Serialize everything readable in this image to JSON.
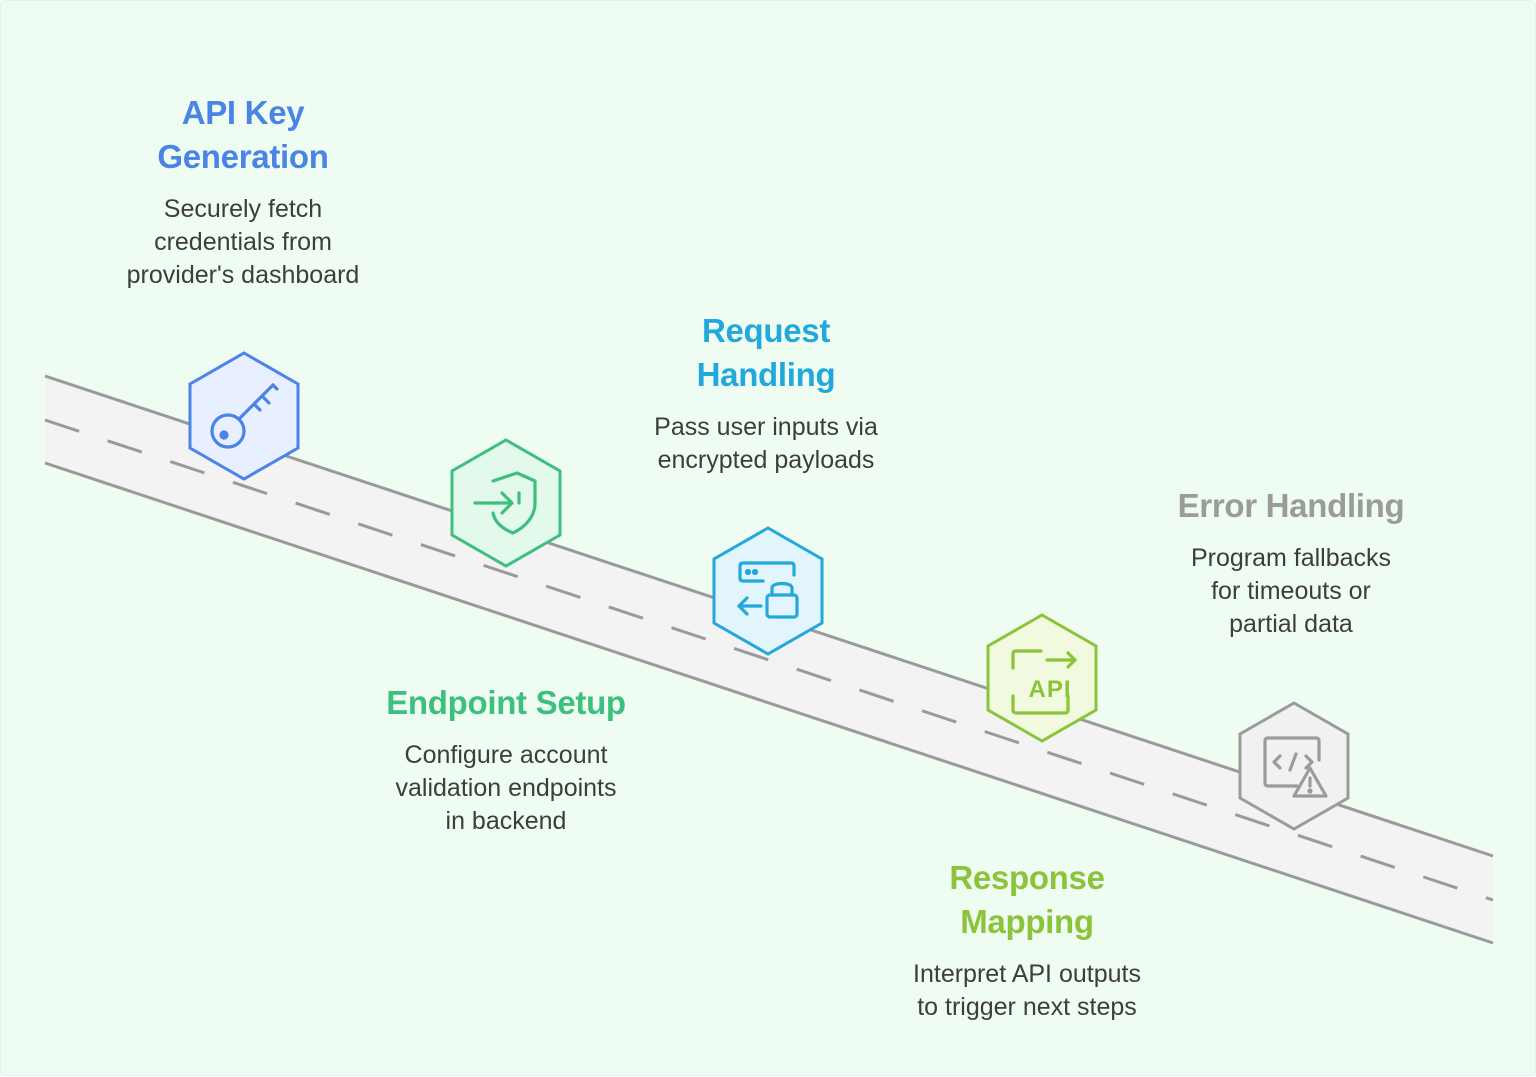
{
  "colors": {
    "background": "#effcf1",
    "road_fill": "#f3f3f3",
    "road_line": "#9a9a9a",
    "step1": "#4a84e4",
    "step2": "#3dbf7e",
    "step3": "#22a8da",
    "step4": "#8bc43a",
    "step5": "#9b9b9b"
  },
  "steps": [
    {
      "title_lines": [
        "API Key",
        "Generation"
      ],
      "desc_lines": [
        "Securely fetch",
        "credentials from",
        "provider's dashboard"
      ],
      "icon": "key-icon",
      "color": "#4a84e4",
      "fill": "#e8efff"
    },
    {
      "title_lines": [
        "Endpoint Setup"
      ],
      "desc_lines": [
        "Configure account",
        "validation endpoints",
        "in backend"
      ],
      "icon": "shield-login-icon",
      "color": "#3dbf7e",
      "fill": "#e3f9ec"
    },
    {
      "title_lines": [
        "Request",
        "Handling"
      ],
      "desc_lines": [
        "Pass user inputs via",
        "encrypted payloads"
      ],
      "icon": "server-lock-icon",
      "color": "#22a8da",
      "fill": "#e2f5fd"
    },
    {
      "title_lines": [
        "Response",
        "Mapping"
      ],
      "desc_lines": [
        "Interpret API outputs",
        "to trigger next steps"
      ],
      "icon": "api-export-icon",
      "color": "#8bc43a",
      "fill": "#f1fadf"
    },
    {
      "title_lines": [
        "Error Handling"
      ],
      "desc_lines": [
        "Program fallbacks",
        "for timeouts or",
        "partial data"
      ],
      "icon": "code-warning-icon",
      "color": "#9b9b9b",
      "fill": "#f1f1f1"
    }
  ]
}
